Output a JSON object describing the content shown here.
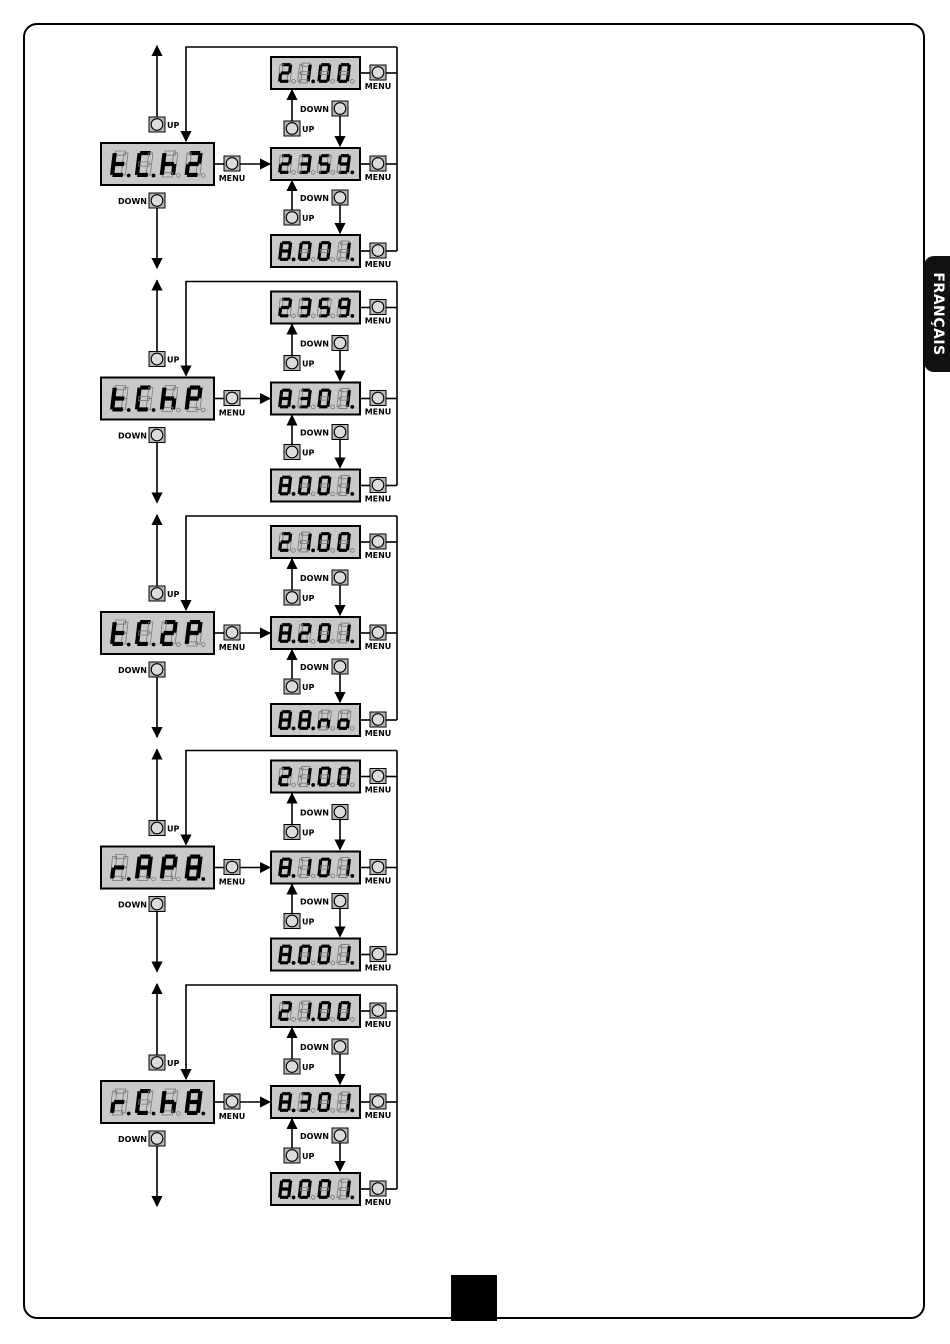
{
  "language_tab": "FRANÇAIS",
  "buttons": {
    "up": "UP",
    "down": "DOWN",
    "menu": "MENU"
  },
  "groups": [
    {
      "main": [
        [
          "t",
          true
        ],
        [
          "C",
          true
        ],
        [
          "h",
          false
        ],
        [
          "2",
          false
        ]
      ],
      "top": [
        [
          "2",
          false
        ],
        [
          "1",
          true
        ],
        [
          "0",
          false
        ],
        [
          "0",
          false
        ]
      ],
      "mid": [
        [
          "2",
          false
        ],
        [
          "3",
          false
        ],
        [
          "5",
          false
        ],
        [
          "9",
          true
        ]
      ],
      "bot": [
        [
          "8",
          true
        ],
        [
          "0",
          false
        ],
        [
          "0",
          false
        ],
        [
          "1",
          true
        ]
      ]
    },
    {
      "main": [
        [
          "t",
          true
        ],
        [
          "C",
          true
        ],
        [
          "h",
          false
        ],
        [
          "P",
          false
        ]
      ],
      "top": [
        [
          "2",
          false
        ],
        [
          "3",
          false
        ],
        [
          "5",
          false
        ],
        [
          "9",
          true
        ]
      ],
      "mid": [
        [
          "8",
          true
        ],
        [
          "3",
          false
        ],
        [
          "0",
          false
        ],
        [
          "1",
          true
        ]
      ],
      "bot": [
        [
          "8",
          true
        ],
        [
          "0",
          false
        ],
        [
          "0",
          false
        ],
        [
          "1",
          true
        ]
      ]
    },
    {
      "main": [
        [
          "t",
          true
        ],
        [
          "C",
          true
        ],
        [
          "2",
          false
        ],
        [
          "P",
          false
        ]
      ],
      "top": [
        [
          "2",
          false
        ],
        [
          "1",
          true
        ],
        [
          "0",
          false
        ],
        [
          "0",
          false
        ]
      ],
      "mid": [
        [
          "8",
          true
        ],
        [
          "2",
          false
        ],
        [
          "0",
          false
        ],
        [
          "1",
          true
        ]
      ],
      "bot": [
        [
          "8",
          true
        ],
        [
          "8",
          true
        ],
        [
          "n",
          false
        ],
        [
          "o",
          false
        ]
      ]
    },
    {
      "main": [
        [
          "r",
          true
        ],
        [
          "A",
          false
        ],
        [
          "P",
          false
        ],
        [
          "8",
          true
        ]
      ],
      "top": [
        [
          "2",
          false
        ],
        [
          "1",
          true
        ],
        [
          "0",
          false
        ],
        [
          "0",
          false
        ]
      ],
      "mid": [
        [
          "8",
          true
        ],
        [
          "1",
          false
        ],
        [
          "0",
          false
        ],
        [
          "1",
          true
        ]
      ],
      "bot": [
        [
          "8",
          true
        ],
        [
          "0",
          false
        ],
        [
          "0",
          false
        ],
        [
          "1",
          true
        ]
      ]
    },
    {
      "main": [
        [
          "r",
          true
        ],
        [
          "C",
          true
        ],
        [
          "h",
          false
        ],
        [
          "8",
          true
        ]
      ],
      "top": [
        [
          "2",
          false
        ],
        [
          "1",
          true
        ],
        [
          "0",
          false
        ],
        [
          "0",
          false
        ]
      ],
      "mid": [
        [
          "8",
          true
        ],
        [
          "3",
          false
        ],
        [
          "0",
          false
        ],
        [
          "1",
          true
        ]
      ],
      "bot": [
        [
          "8",
          true
        ],
        [
          "0",
          false
        ],
        [
          "0",
          false
        ],
        [
          "1",
          true
        ]
      ]
    }
  ]
}
